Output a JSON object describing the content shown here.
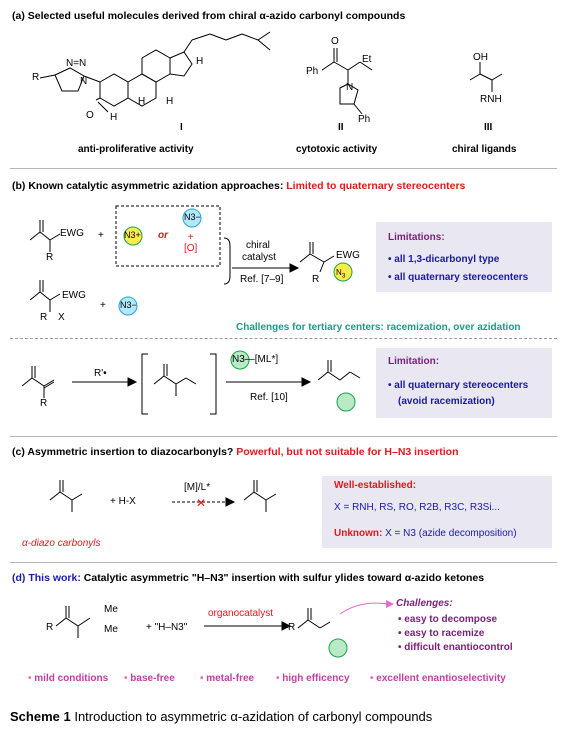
{
  "section_a": {
    "header": "(a) Selected useful molecules derived from chiral α-azido carbonyl compounds",
    "labels": [
      "I",
      "II",
      "III"
    ],
    "activities": [
      "anti-proliferative activity",
      "cytotoxic activity",
      "chiral ligands"
    ],
    "atoms": {
      "R": "R",
      "N_triazole": "N=N",
      "N": "N",
      "O": "O",
      "H": "H",
      "Ph": "Ph",
      "Et": "Et",
      "OH": "OH",
      "RNH": "RNH"
    }
  },
  "section_b": {
    "header_black": "(b) Known catalytic asymmetric azidation approaches:",
    "header_red": "Limited to quaternary stereocenters",
    "ewg": "EWG",
    "or": "or",
    "ox": "+\n[O]",
    "plus": "+",
    "n3_plus": "N3+",
    "n3_minus": "N3−",
    "x": "X",
    "r": "R",
    "chiral_catalyst": [
      "chiral",
      "catalyst"
    ],
    "ref1": "Ref. [7–9]",
    "limitations_title": "Limitations:",
    "limitations": [
      "all 1,3-dicarbonyl type",
      "all quaternary stereocenters"
    ],
    "challenges_tertiary": "Challenges for tertiary centers: racemization, over azidation",
    "radical": "R'•",
    "ml_reagent": "N3—[ML*]",
    "ref2": "Ref. [10]",
    "limitation_title": "Limitation:",
    "limitation_items": [
      "all quaternary stereocenters",
      "(avoid racemization)"
    ]
  },
  "section_c": {
    "header_black": "(c) Asymmetric insertion to diazocarbonyls?",
    "header_red": "Powerful, but not suitable for H–N3 insertion",
    "plus_hx": "+ H-X",
    "catalyst": "[M]/L*",
    "diazo_label": "α-diazo carbonyls",
    "well_established_title": "Well-established:",
    "well_established_list": "X = RNH, RS, RO, R2B, R3C, R3Si...",
    "unknown_label": "Unknown:",
    "unknown_text": "X = N3 (azide decomposition)"
  },
  "section_d": {
    "header_blue": "(d) This work:",
    "header_black": "Catalytic asymmetric \"H–N3\" insertion with sulfur ylides toward α-azido ketones",
    "reagent": "+ \"H–N3\"",
    "organocatalyst": "organocatalyst",
    "me": "Me",
    "challenges_title": "Challenges:",
    "challenges": [
      "easy to decompose",
      "easy to racemize",
      "difficult enantiocontrol"
    ],
    "features": [
      "mild conditions",
      "base-free",
      "metal-free",
      "high efficency",
      "excellent enantioselectivity"
    ]
  },
  "caption": {
    "label": "Scheme 1",
    "text": "Introduction to asymmetric α-azidation of carbonyl compounds"
  },
  "colors": {
    "red": "#e0191c",
    "blue": "#1a1aa8",
    "purple": "#7a1f7a",
    "azide_green": "#1aa24a",
    "azide_blue": "#2aa3e0",
    "box": "#e9e7f1",
    "feature": "#c23fa2"
  }
}
